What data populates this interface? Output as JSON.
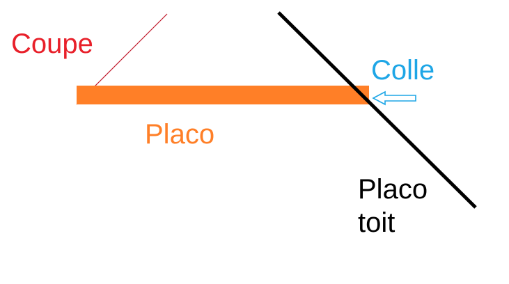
{
  "labels": {
    "coupe": "Coupe",
    "colle": "Colle",
    "placo": "Placo",
    "placo_toit": "Placo toit"
  },
  "colors": {
    "coupe": "#e8202a",
    "coupe_line": "#c0182a",
    "colle": "#1ea6e6",
    "placo": "#ff7f27",
    "placo_toit": "#000000"
  },
  "icons": {
    "arrow": "arrow-left-outline-icon"
  }
}
